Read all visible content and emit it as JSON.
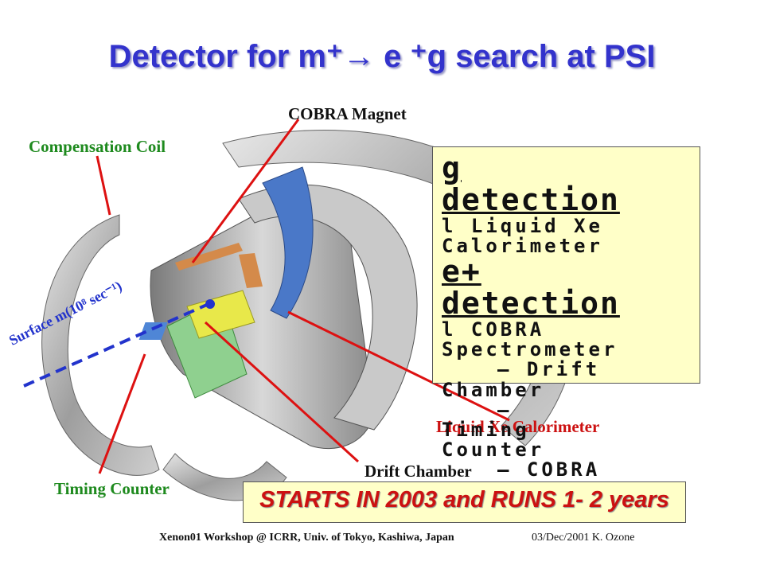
{
  "title": "Detector for m⁺→ e ⁺g search at PSI",
  "labels": {
    "cobra_magnet": "COBRA Magnet",
    "compensation_coil": "Compensation Coil",
    "timing_counter": "Timing Counter",
    "drift_chamber": "Drift Chamber",
    "liquid_xe": "Liquid Xe Calorimeter",
    "beam": "Surface m(10⁸ sec⁻¹)"
  },
  "info_box": {
    "lines": [
      "g",
      "detection",
      "l Liquid Xe",
      "Calorimeter",
      "e+",
      "detection",
      "l COBRA",
      "Spectrometer",
      "— Drift",
      "Chamber",
      "—",
      "Timing",
      "Counter",
      "— COBRA"
    ]
  },
  "banner": "STARTS IN 2003 and RUNS 1- 2 years",
  "footer": {
    "left": "Xenon01 Workshop @ ICRR, Univ. of Tokyo, Kashiwa, Japan",
    "right": "03/Dec/2001 K. Ozone"
  },
  "colors": {
    "title": "#3333cc",
    "green_label": "#1e8a1e",
    "red_label": "#cc1111",
    "box_fill": "#ffffc8",
    "beam": "#2233cc"
  }
}
